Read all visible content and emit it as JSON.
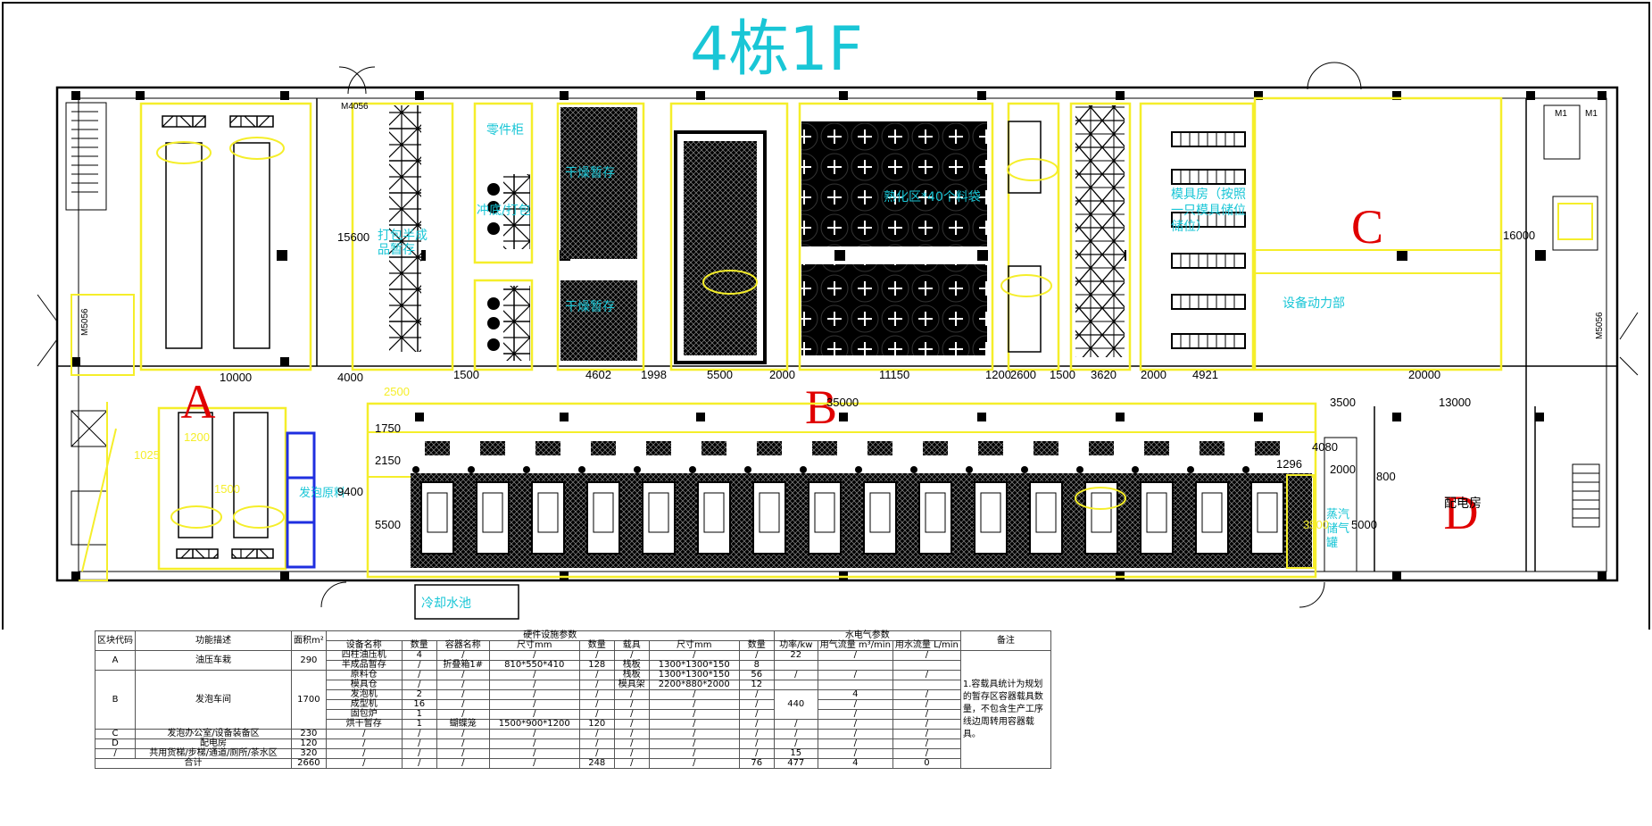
{
  "title": "4栋1F",
  "zones": {
    "a": "A",
    "b": "B",
    "c": "C",
    "d": "D"
  },
  "areas": {
    "parts_rack": "零件柜",
    "pack_semi": [
      "打包半成",
      "品暂存"
    ],
    "pack_punch": "冲底/打包",
    "dry_store_1": "干燥暂存",
    "dry_store_2": "干燥暂存",
    "curing": "熟化区*40个料袋",
    "mold_room": [
      "模具房（按照",
      "一只模具储位",
      "储位）"
    ],
    "equip_dept": "设备动力部",
    "foam_raw": "发泡原料",
    "cooling_pool": "冷却水池",
    "power_room": "配电房",
    "steam": [
      "蒸汽",
      "储气",
      "罐"
    ]
  },
  "dimensions": {
    "d10000": "10000",
    "d4000": "4000",
    "d2500": "2500",
    "d1500a": "1500",
    "d4602": "4602",
    "d1998": "1998",
    "d5500": "5500",
    "d2000a": "2000",
    "d11150": "11150",
    "d1200": "1200",
    "d2600": "2600",
    "d1500b": "1500",
    "d3620": "3620",
    "d2000b": "2000",
    "d4921": "4921",
    "d20000": "20000",
    "d15600": "15600",
    "d16000": "16000",
    "d35000": "35000",
    "d3500": "3500",
    "d13000": "13000",
    "d1750": "1750",
    "d2150": "2150",
    "d9400": "9400",
    "d5500b": "5500",
    "d4080": "4080",
    "d1296": "1296",
    "d2000c": "2000",
    "d800": "800",
    "d5000": "5000",
    "d3500b": "3500",
    "d1200b": "1200",
    "d1025": "1025",
    "d1500c": "1500",
    "m4056": "M4056",
    "m5056a": "M5056",
    "m5056b": "M5056",
    "m1": "M1",
    "m1b": "M1"
  },
  "table": {
    "headers": {
      "zone_code": "区块代码",
      "function": "功能描述",
      "area": "面积m²",
      "hardware": "硬件设施参数",
      "utility": "水电气参数",
      "note": "备注",
      "equip_name": "设备名称",
      "qty": "数量",
      "container_name": "容器名称",
      "size": "尺寸mm",
      "qty2": "数量",
      "carrier": "载具",
      "size2": "尺寸mm",
      "qty3": "数量",
      "power": "功率/kw",
      "gas": "用气流量 m³/min",
      "water": "用水流量 L/min"
    },
    "rows": [
      [
        "四柱油压机",
        "4",
        "/",
        "/",
        "/",
        "/",
        "/",
        "/",
        "22",
        "/",
        "/"
      ],
      [
        "半成品暂存",
        "/",
        "折叠箱1#",
        "810*550*410",
        "128",
        "栈板",
        "1300*1300*150",
        "8"
      ],
      [
        "原料仓",
        "/",
        "/",
        "/",
        "/",
        "栈板",
        "1300*1300*150",
        "56",
        "/",
        "/",
        "/"
      ],
      [
        "模具仓",
        "/",
        "/",
        "/",
        "/",
        "模具架",
        "2200*880*2000",
        "12"
      ],
      [
        "发泡机",
        "2",
        "/",
        "/",
        "/",
        "/",
        "/",
        "/",
        "4",
        "/"
      ],
      [
        "成型机",
        "16",
        "/",
        "/",
        "/",
        "/",
        "/",
        "/",
        "440",
        "/",
        "/"
      ],
      [
        "固包炉",
        "1",
        "/",
        "/",
        "/",
        "/",
        "/",
        "/",
        "/",
        "/"
      ],
      [
        "烘干暂存",
        "1",
        "蝴蝶笼",
        "1500*900*1200",
        "120",
        "/",
        "/",
        "/",
        "/",
        "/",
        "/"
      ]
    ],
    "a_code": "A",
    "a_func": "油压车栽",
    "a_area": "290",
    "b_code": "B",
    "b_func": "发泡车间",
    "b_area": "1700",
    "c_row": [
      "C",
      "发泡办公室/设备装备区",
      "230",
      "/",
      "/",
      "/",
      "/",
      "/",
      "/",
      "/",
      "/",
      "/",
      "/",
      "/"
    ],
    "d_row": [
      "D",
      "配电房",
      "120",
      "/",
      "/",
      "/",
      "/",
      "/",
      "/",
      "/",
      "/",
      "/",
      "/",
      "/"
    ],
    "e_row": [
      "/",
      "共用货梯/步梯/通道/厕所/茶水区",
      "320",
      "/",
      "/",
      "/",
      "/",
      "/",
      "/",
      "/",
      "/",
      "15",
      "/",
      "/"
    ],
    "total_row": [
      "合计",
      "2660",
      "/",
      "/",
      "/",
      "/",
      "248",
      "/",
      "/",
      "76",
      "477",
      "4",
      "0"
    ],
    "note": "1.容载具统计为规划的暂存区容器载具数量，不包含生产工序线边周转用容器载具。"
  },
  "colors": {
    "yellow": "#f5ee2a",
    "cyan": "#19c6d6",
    "red": "#e00000",
    "blue": "#1f2fe0"
  }
}
